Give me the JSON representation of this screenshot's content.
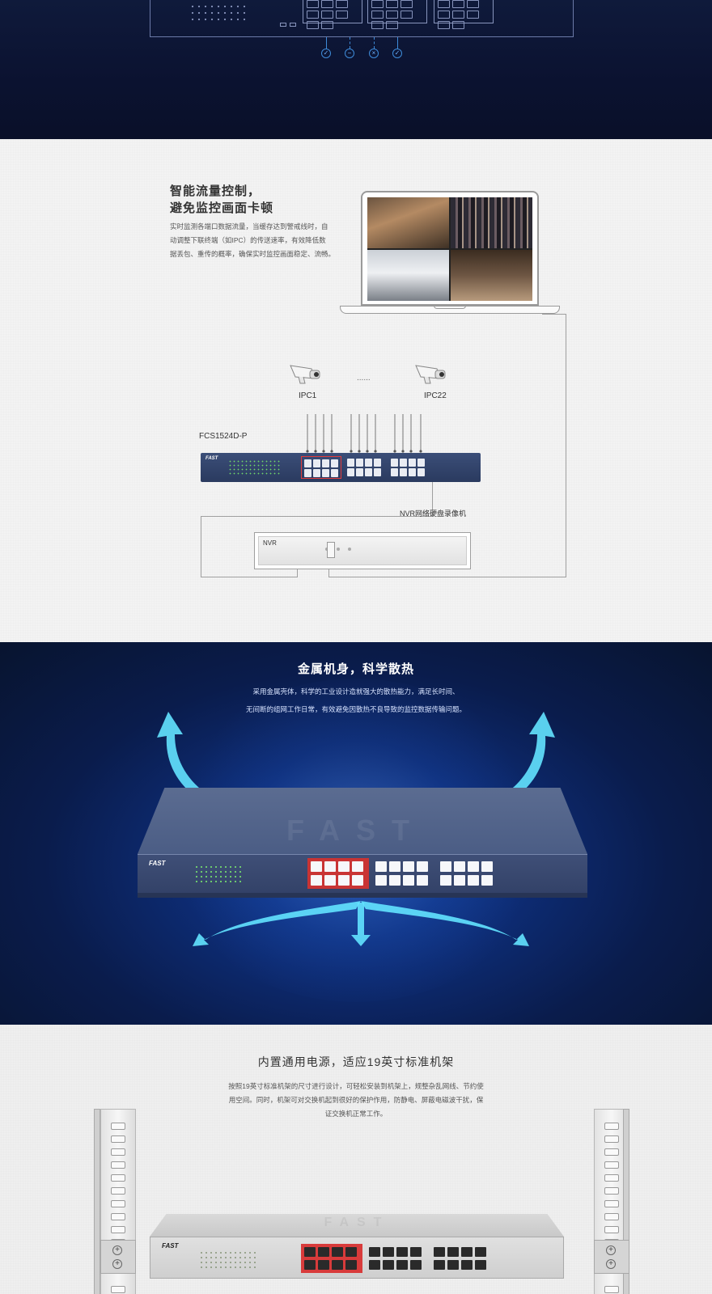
{
  "traffic": {
    "title_line1": "智能流量控制，",
    "title_line2": "避免监控画面卡顿",
    "desc_line1": "实时监测各端口数据流量，当缓存达到警戒线时，自",
    "desc_line2": "动调整下联终端（如IPC）的传送速率，有效降低数",
    "desc_line3": "据丢包、重传的概率，确保实时监控画面稳定、流畅。",
    "ipc1": "IPC1",
    "dots": "......",
    "ipc22": "IPC22",
    "switch_model": "FCS1524D-P",
    "nvr_caption": "NVR网络硬盘录像机",
    "nvr_label": "NVR",
    "switch_brand": "FAST"
  },
  "metal": {
    "title": "金属机身，科学散热",
    "desc_line1": "采用金属壳体，科学的工业设计造就强大的散热能力，满足长时间、",
    "desc_line2": "无间断的组网工作日常，有效避免因散热不良导致的监控数据传输问题。",
    "brand": "FAST",
    "logo_top": "FAST"
  },
  "rack": {
    "title": "内置通用电源，适应19英寸标准机架",
    "desc_line1": "按照19英寸标准机架的尺寸进行设计，可轻松安装到机架上，规整杂乱网线、节约使",
    "desc_line2": "用空间。同时，机架可对交换机起到很好的保护作用，防静电、屏蔽电磁波干扰，保",
    "desc_line3": "证交换机正常工作。",
    "brand": "FAST",
    "logo_top": "FAST"
  },
  "icons": {
    "check": "✓",
    "minus": "−",
    "cross": "×",
    "plus": "+"
  },
  "colors": {
    "accent_blue": "#3e8bd9",
    "port_red": "#d83b3b",
    "arrow_cyan": "#63e3ff"
  }
}
